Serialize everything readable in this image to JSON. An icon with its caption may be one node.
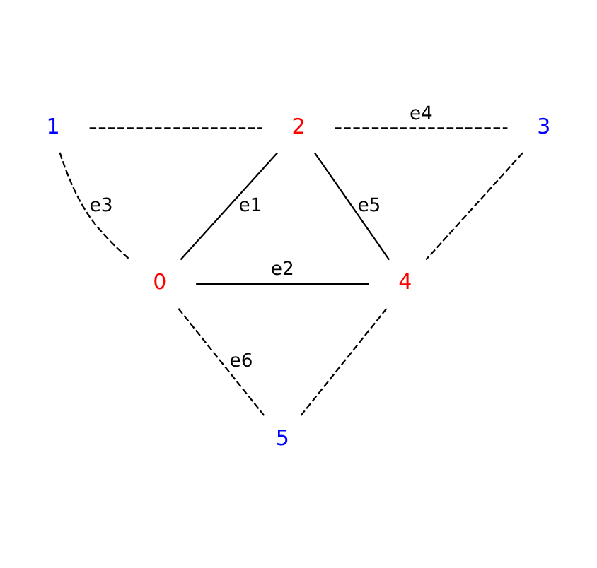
{
  "diagram": {
    "nodes": [
      {
        "text": [
          "0"
        ]
      },
      {
        "text": [
          "1"
        ]
      },
      {
        "text": [
          "2"
        ]
      },
      {
        "text": [
          "3"
        ]
      },
      {
        "text": [
          "4"
        ]
      },
      {
        "text": [
          "5"
        ]
      }
    ],
    "edges": [
      {
        "from": 2,
        "to": 0,
        "arrow": "none",
        "label": "e1"
      },
      {
        "from": 0,
        "to": 4,
        "arrow": "none",
        "label": "e2"
      },
      {
        "from": 1,
        "to": 0,
        "arrow": "none",
        "label": "e3",
        "style": "dashed"
      },
      {
        "from": 2,
        "to": 3,
        "arrow": "none",
        "label": "e4",
        "style": "dashed"
      },
      {
        "from": 2,
        "to": 4,
        "arrow": "none",
        "label": "e5"
      },
      {
        "from": 0,
        "to": 5,
        "arrow": "none",
        "label": "e6",
        "style": "dashed"
      },
      {
        "from": 1,
        "to": 2,
        "arrow": "none",
        "style": "dashed"
      },
      {
        "from": 3,
        "to": 4,
        "arrow": "none",
        "style": "dashed"
      },
      {
        "from": 4,
        "to": 5,
        "arrow": "none",
        "style": "dashed"
      }
    ]
  }
}
